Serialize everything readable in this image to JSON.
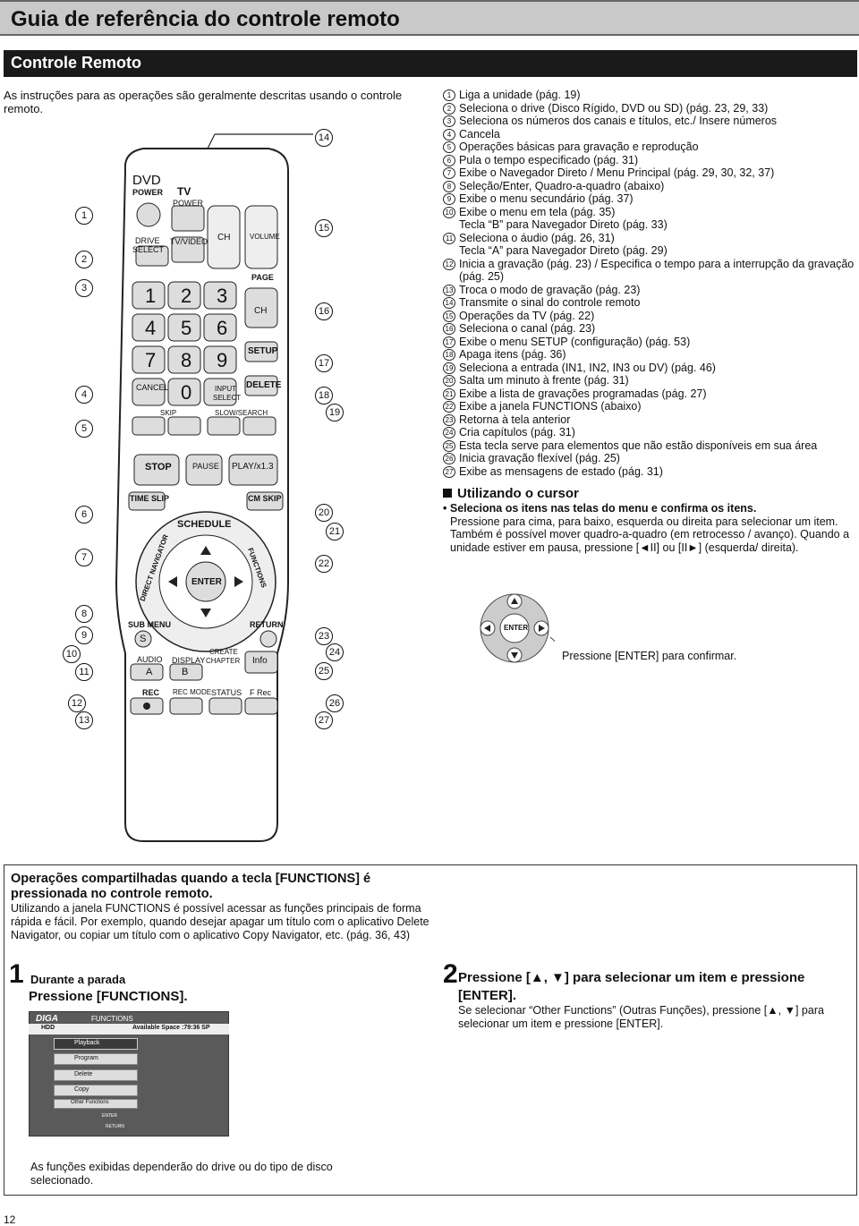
{
  "header": {
    "title": "Guia de referência do controle remoto",
    "section": "Controle Remoto"
  },
  "intro": "As instruções para as operações são geralmente descritas usando o controle remoto.",
  "legend": [
    {
      "n": "1",
      "t": "Liga a unidade (pág. 19)"
    },
    {
      "n": "2",
      "t": "Seleciona o drive (Disco Rígido, DVD ou SD) (pág. 23, 29, 33)"
    },
    {
      "n": "3",
      "t": "Seleciona os números dos canais e títulos, etc./ Insere números"
    },
    {
      "n": "4",
      "t": "Cancela"
    },
    {
      "n": "5",
      "t": "Operações básicas para gravação e reprodução"
    },
    {
      "n": "6",
      "t": "Pula o tempo especificado (pág. 31)"
    },
    {
      "n": "7",
      "t": "Exibe o Navegador Direto / Menu Principal (pág. 29, 30, 32, 37)"
    },
    {
      "n": "8",
      "t": "Seleção/Enter, Quadro-a-quadro (abaixo)"
    },
    {
      "n": "9",
      "t": "Exibe o menu secundário (pág. 37)"
    },
    {
      "n": "10",
      "t": "Exibe o menu em tela (pág. 35)",
      "t2": "Tecla “B” para Navegador Direto (pág. 33)"
    },
    {
      "n": "11",
      "t": "Seleciona o áudio (pág. 26, 31)",
      "t2": "Tecla “A” para Navegador Direto (pág. 29)"
    },
    {
      "n": "12",
      "t": "Inicia a gravação (pág. 23) / Especifica o tempo para a interrupção da gravação (pág. 25)"
    },
    {
      "n": "13",
      "t": "Troca o modo de gravação (pág. 23)"
    },
    {
      "n": "14",
      "t": "Transmite o sinal do controle remoto"
    },
    {
      "n": "15",
      "t": "Operações da TV (pág. 22)"
    },
    {
      "n": "16",
      "t": "Seleciona o canal  (pág. 23)"
    },
    {
      "n": "17",
      "t": "Exibe o menu SETUP (configuração) (pág. 53)"
    },
    {
      "n": "18",
      "t": "Apaga itens (pág. 36)"
    },
    {
      "n": "19",
      "t": "Seleciona a entrada (IN1, IN2, IN3 ou DV) (pág. 46)"
    },
    {
      "n": "20",
      "t": "Salta um minuto à frente (pág. 31)"
    },
    {
      "n": "21",
      "t": "Exibe a lista de gravações programadas (pág. 27)"
    },
    {
      "n": "22",
      "t": "Exibe a janela FUNCTIONS (abaixo)"
    },
    {
      "n": "23",
      "t": "Retorna à tela anterior"
    },
    {
      "n": "24",
      "t": "Cria capítulos (pág. 31)"
    },
    {
      "n": "25",
      "t": "Esta tecla serve para elementos que não estão disponíveis em sua área"
    },
    {
      "n": "26",
      "t": "Inicia gravação flexível (pág. 25)"
    },
    {
      "n": "27",
      "t": "Exibe as mensagens de estado (pág. 31)"
    }
  ],
  "cursor": {
    "heading": "Utilizando o cursor",
    "bullet": "Seleciona os itens nas telas do menu e confirma os itens.",
    "text": "Pressione para cima, para baixo, esquerda ou direita para selecionar um item. Também é possível mover quadro-a-quadro (em retrocesso / avanço). Quando a unidade estiver em pausa, pressione [◄II] ou [II►] (esquerda/ direita).",
    "enter_label": "ENTER",
    "confirm": "Pressione [ENTER] para confirmar."
  },
  "remote": {
    "dvd": "DVD",
    "power": "POWER",
    "tv": "TV",
    "tv_power": "POWER",
    "drive": "DRIVE",
    "select": "SELECT",
    "tvvideo": "TV/VIDEO",
    "ch": "CH",
    "volume": "VOLUME",
    "page": "PAGE",
    "ch2": "CH",
    "setup": "SETUP",
    "delete": "DELETE",
    "cancel": "CANCEL",
    "input": "INPUT",
    "select2": "SELECT",
    "skip": "SKIP",
    "slow": "SLOW/SEARCH",
    "stop": "STOP",
    "pause": "PAUSE",
    "play": "PLAY/x1.3",
    "timeslip": "TIME SLIP",
    "cmskip": "CM SKIP",
    "schedule": "SCHEDULE",
    "direct": "DIRECT NAVIGATOR",
    "functions": "FUNCTIONS",
    "enter": "ENTER",
    "submenu": "SUB MENU",
    "s": "S",
    "return": "RETURN",
    "audio": "AUDIO",
    "a": "A",
    "display": "DISPLAY",
    "b": "B",
    "create": "CREATE",
    "chapter": "CHAPTER",
    "info": "Info",
    "rec": "REC",
    "recmode": "REC MODE",
    "status": "STATUS",
    "frec": "F Rec",
    "digits": [
      "1",
      "2",
      "3",
      "4",
      "5",
      "6",
      "7",
      "8",
      "9",
      "0"
    ]
  },
  "callouts_left": [
    "1",
    "2",
    "3",
    "4",
    "5",
    "6",
    "7",
    "8",
    "9",
    "10",
    "11",
    "12",
    "13"
  ],
  "callouts_right": [
    "14",
    "15",
    "16",
    "17",
    "18",
    "19",
    "20",
    "21",
    "22",
    "23",
    "24",
    "25",
    "26",
    "27"
  ],
  "bottom": {
    "heading": "Operações compartilhadas quando a tecla [FUNCTIONS] é pressionada no controle remoto.",
    "text": "Utilizando a janela FUNCTIONS é possível acessar as funções principais de forma rápida e fácil. Por exemplo, quando desejar apagar um título com o aplicativo Delete Navigator, ou copiar um título com o aplicativo Copy Navigator, etc. (pág. 36, 43)",
    "step1_num": "1",
    "step1_a": "Durante a parada",
    "step1_b": "Pressione [FUNCTIONS].",
    "step2_num": "2",
    "step2_h": "Pressione [▲, ▼] para selecionar um item e pressione [ENTER].",
    "step2_p": "Se selecionar “Other Functions” (Outras Funções), pressione [▲, ▼] para selecionar um item e pressione [ENTER].",
    "note": "As funções exibidas dependerão do drive ou do tipo de disco selecionado.",
    "fn_window": {
      "logo": "DIGA",
      "title": "FUNCTIONS",
      "hdd": "HDD",
      "space": "Available Space :79:36 SP",
      "items": [
        "Playback",
        "Program",
        "Delete",
        "Copy",
        "Other Functions"
      ],
      "enter": "ENTER",
      "return": "RETURN"
    }
  },
  "page_number": "12"
}
